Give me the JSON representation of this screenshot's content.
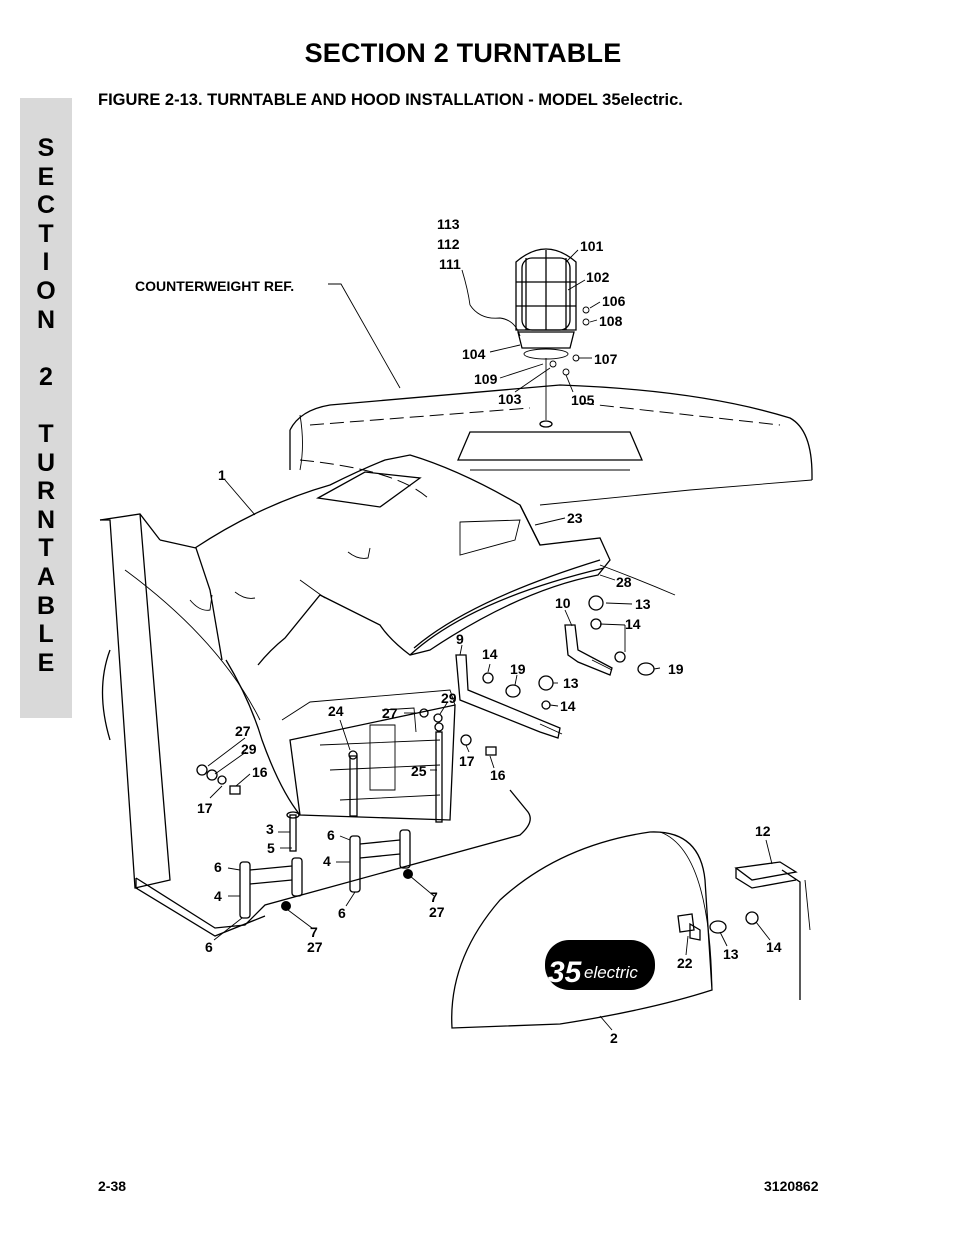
{
  "header": {
    "section_title": "SECTION 2  TURNTABLE",
    "figure_title": "FIGURE 2-13.   TURNTABLE AND HOOD INSTALLATION - MODEL 35electric."
  },
  "side_tab": {
    "letters": [
      "S",
      "E",
      "C",
      "T",
      "I",
      "O",
      "N",
      "",
      "2",
      "",
      "T",
      "U",
      "R",
      "N",
      "T",
      "A",
      "B",
      "L",
      "E"
    ]
  },
  "diagram": {
    "counterweight_ref": "COUNTERWEIGHT REF.",
    "decal_text": "35electric",
    "callouts": {
      "c113": "113",
      "c112": "112",
      "c111": "111",
      "c101": "101",
      "c102": "102",
      "c106": "106",
      "c108": "108",
      "c104": "104",
      "c107": "107",
      "c109": "109",
      "c103": "103",
      "c105": "105",
      "c1": "1",
      "c23": "23",
      "c28": "28",
      "c10": "10",
      "c13a": "13",
      "c14a": "14",
      "c9": "9",
      "c14b": "14",
      "c19a": "19",
      "c19b": "19",
      "c13b": "13",
      "c14c": "14",
      "c29a": "29",
      "c27a": "27",
      "c24": "24",
      "c27b": "27",
      "c29b": "29",
      "c16a": "16",
      "c17a": "17",
      "c17b": "17",
      "c16b": "16",
      "c25": "25",
      "c3": "3",
      "c5": "5",
      "c6a": "6",
      "c4a": "4",
      "c6b": "6",
      "c4b": "4",
      "c6c": "6",
      "c7a": "7",
      "c27c": "27",
      "c7b": "7",
      "c27d": "27",
      "c6d": "6",
      "c12": "12",
      "c22": "22",
      "c13c": "13",
      "c14d": "14",
      "c2": "2"
    }
  },
  "footer": {
    "page_number": "2-38",
    "doc_number": "3120862"
  }
}
